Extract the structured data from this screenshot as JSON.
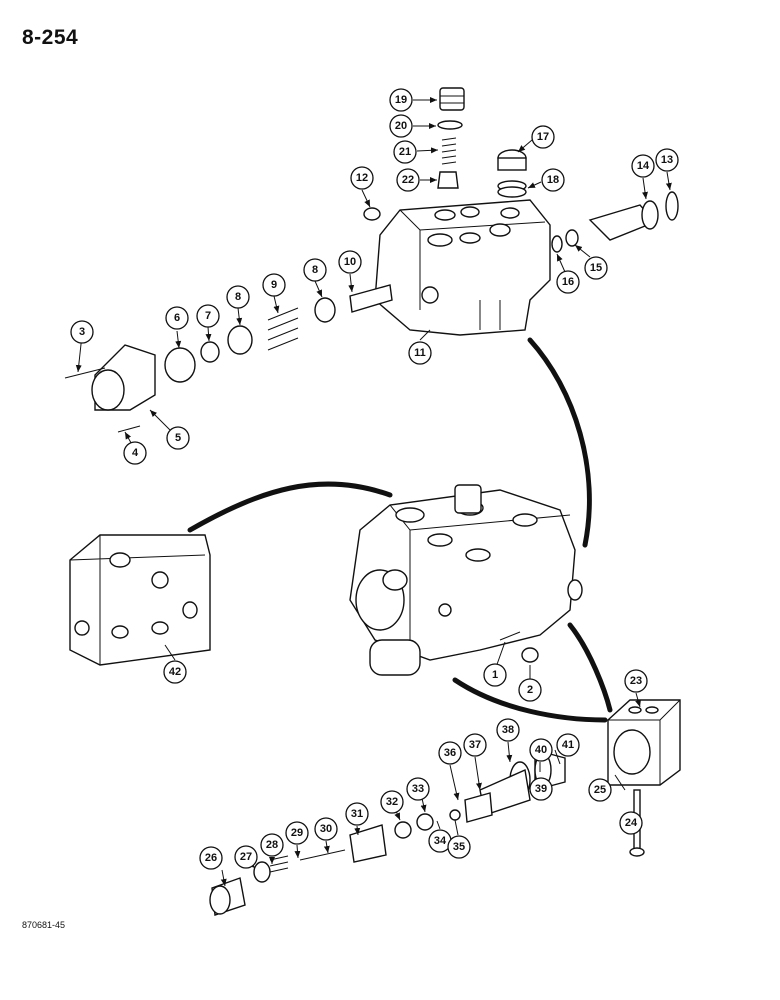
{
  "page_number": "8-254",
  "figure_ref": "870681-45",
  "callouts": [
    "1",
    "2",
    "3",
    "4",
    "5",
    "6",
    "7",
    "8",
    "8",
    "9",
    "10",
    "11",
    "12",
    "13",
    "14",
    "15",
    "16",
    "17",
    "18",
    "19",
    "20",
    "21",
    "22",
    "23",
    "24",
    "25",
    "26",
    "27",
    "28",
    "29",
    "30",
    "31",
    "32",
    "33",
    "34",
    "35",
    "36",
    "37",
    "38",
    "39",
    "40",
    "41",
    "42"
  ]
}
